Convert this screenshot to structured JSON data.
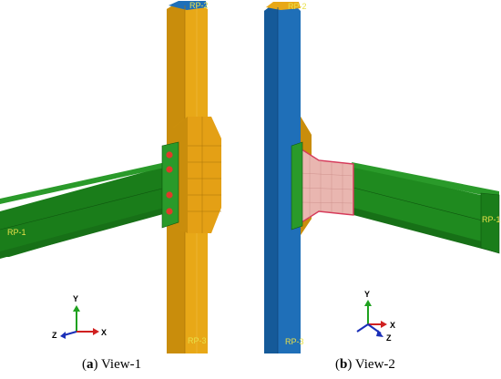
{
  "views": [
    {
      "caption_letter": "a",
      "caption_text": "View-1",
      "labels": {
        "top": "RP-2",
        "beam": "RP-1",
        "bottom": "RP-3"
      },
      "triad": {
        "y": "Y",
        "z": "Z",
        "x": "X"
      }
    },
    {
      "caption_letter": "b",
      "caption_text": "View-2",
      "labels": {
        "top": "RP-2",
        "beam": "RP-1",
        "bottom": "RP-3"
      },
      "triad": {
        "y": "Y",
        "z": "Z",
        "x": "X"
      }
    }
  ],
  "colors": {
    "column_yellow": "#e8a817",
    "column_blue": "#1f6fb8",
    "beam_green": "#1f8a1f",
    "panel_pink": "#e9b6b0",
    "bolt_red": "#e03a2a",
    "rp_label": "#e8e04a"
  }
}
